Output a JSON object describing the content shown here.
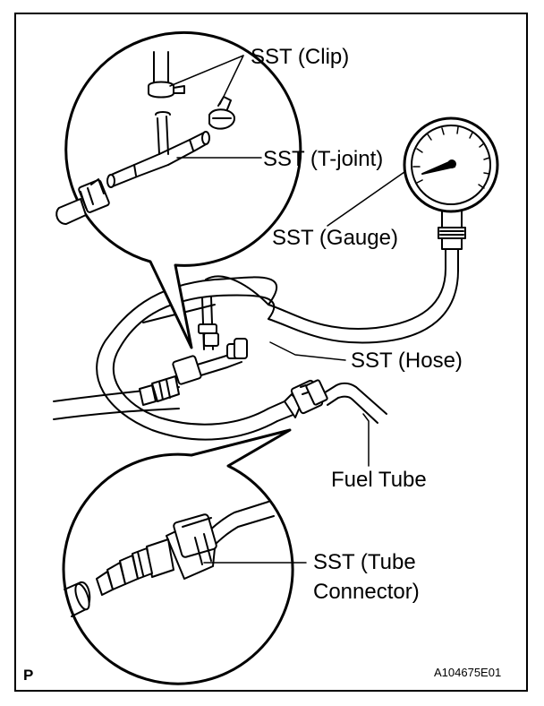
{
  "labels": {
    "clip": "SST (Clip)",
    "tjoint": "SST (T-joint)",
    "gauge": "SST (Gauge)",
    "hose": "SST (Hose)",
    "fuel_tube": "Fuel Tube",
    "tube_connector_line1": "SST (Tube",
    "tube_connector_line2": "Connector)"
  },
  "corner_mark": "P",
  "figure_id": "A104675E01",
  "colors": {
    "ink": "#000000",
    "paper": "#ffffff"
  },
  "icons": [
    "pressure-gauge-icon",
    "t-joint-icon",
    "hose-clip-icon",
    "quick-connector-icon"
  ]
}
